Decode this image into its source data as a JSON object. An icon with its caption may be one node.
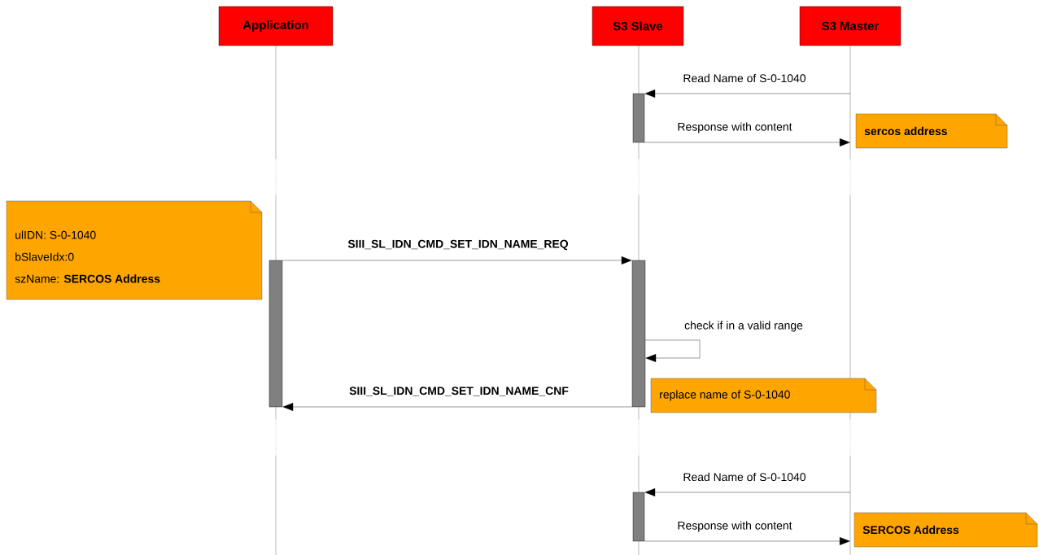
{
  "diagram": {
    "nodes": [
      {
        "text": [
          "Application"
        ]
      },
      {
        "text": [
          "S3 Slave"
        ]
      },
      {
        "text": [
          "S3 Master"
        ]
      },
      {
        "text": [],
        "shape": "line"
      },
      {
        "text": [],
        "shape": "line"
      },
      {
        "text": [],
        "shape": "line"
      },
      {
        "text": [],
        "shape": "bar"
      },
      {
        "text": [
          "sercos address"
        ]
      },
      {
        "text": [
          "ulIDN: S-0-1040",
          "bSlaveIdx:0",
          "szName: **SERCOS Address**"
        ]
      },
      {
        "text": [],
        "shape": "bar"
      },
      {
        "text": [],
        "shape": "bar"
      },
      {
        "text": [
          "replace name of S-0-1040"
        ]
      },
      {
        "text": [],
        "shape": "bar"
      },
      {
        "text": [
          "SERCOS Address"
        ]
      }
    ],
    "edges": [
      {
        "from": 5,
        "to": 6,
        "arrow": "to",
        "label": "Read Name of S-0-1040"
      },
      {
        "from": 6,
        "to": 5,
        "arrow": "to",
        "label": "Response with content"
      },
      {
        "from": 9,
        "to": 10,
        "arrow": "to",
        "label": "SIII_SL_IDN_CMD_SET_IDN_NAME_REQ"
      },
      {
        "from": 10,
        "to": 10,
        "arrow": "to",
        "label": "check if in a valid range"
      },
      {
        "from": 10,
        "to": 9,
        "arrow": "to",
        "label": "SIII_SL_IDN_CMD_SET_IDN_NAME_CNF"
      },
      {
        "from": 5,
        "to": 12,
        "arrow": "to",
        "label": "Read Name of S-0-1040"
      },
      {
        "from": 12,
        "to": 5,
        "arrow": "to",
        "label": "Response with content"
      }
    ]
  }
}
